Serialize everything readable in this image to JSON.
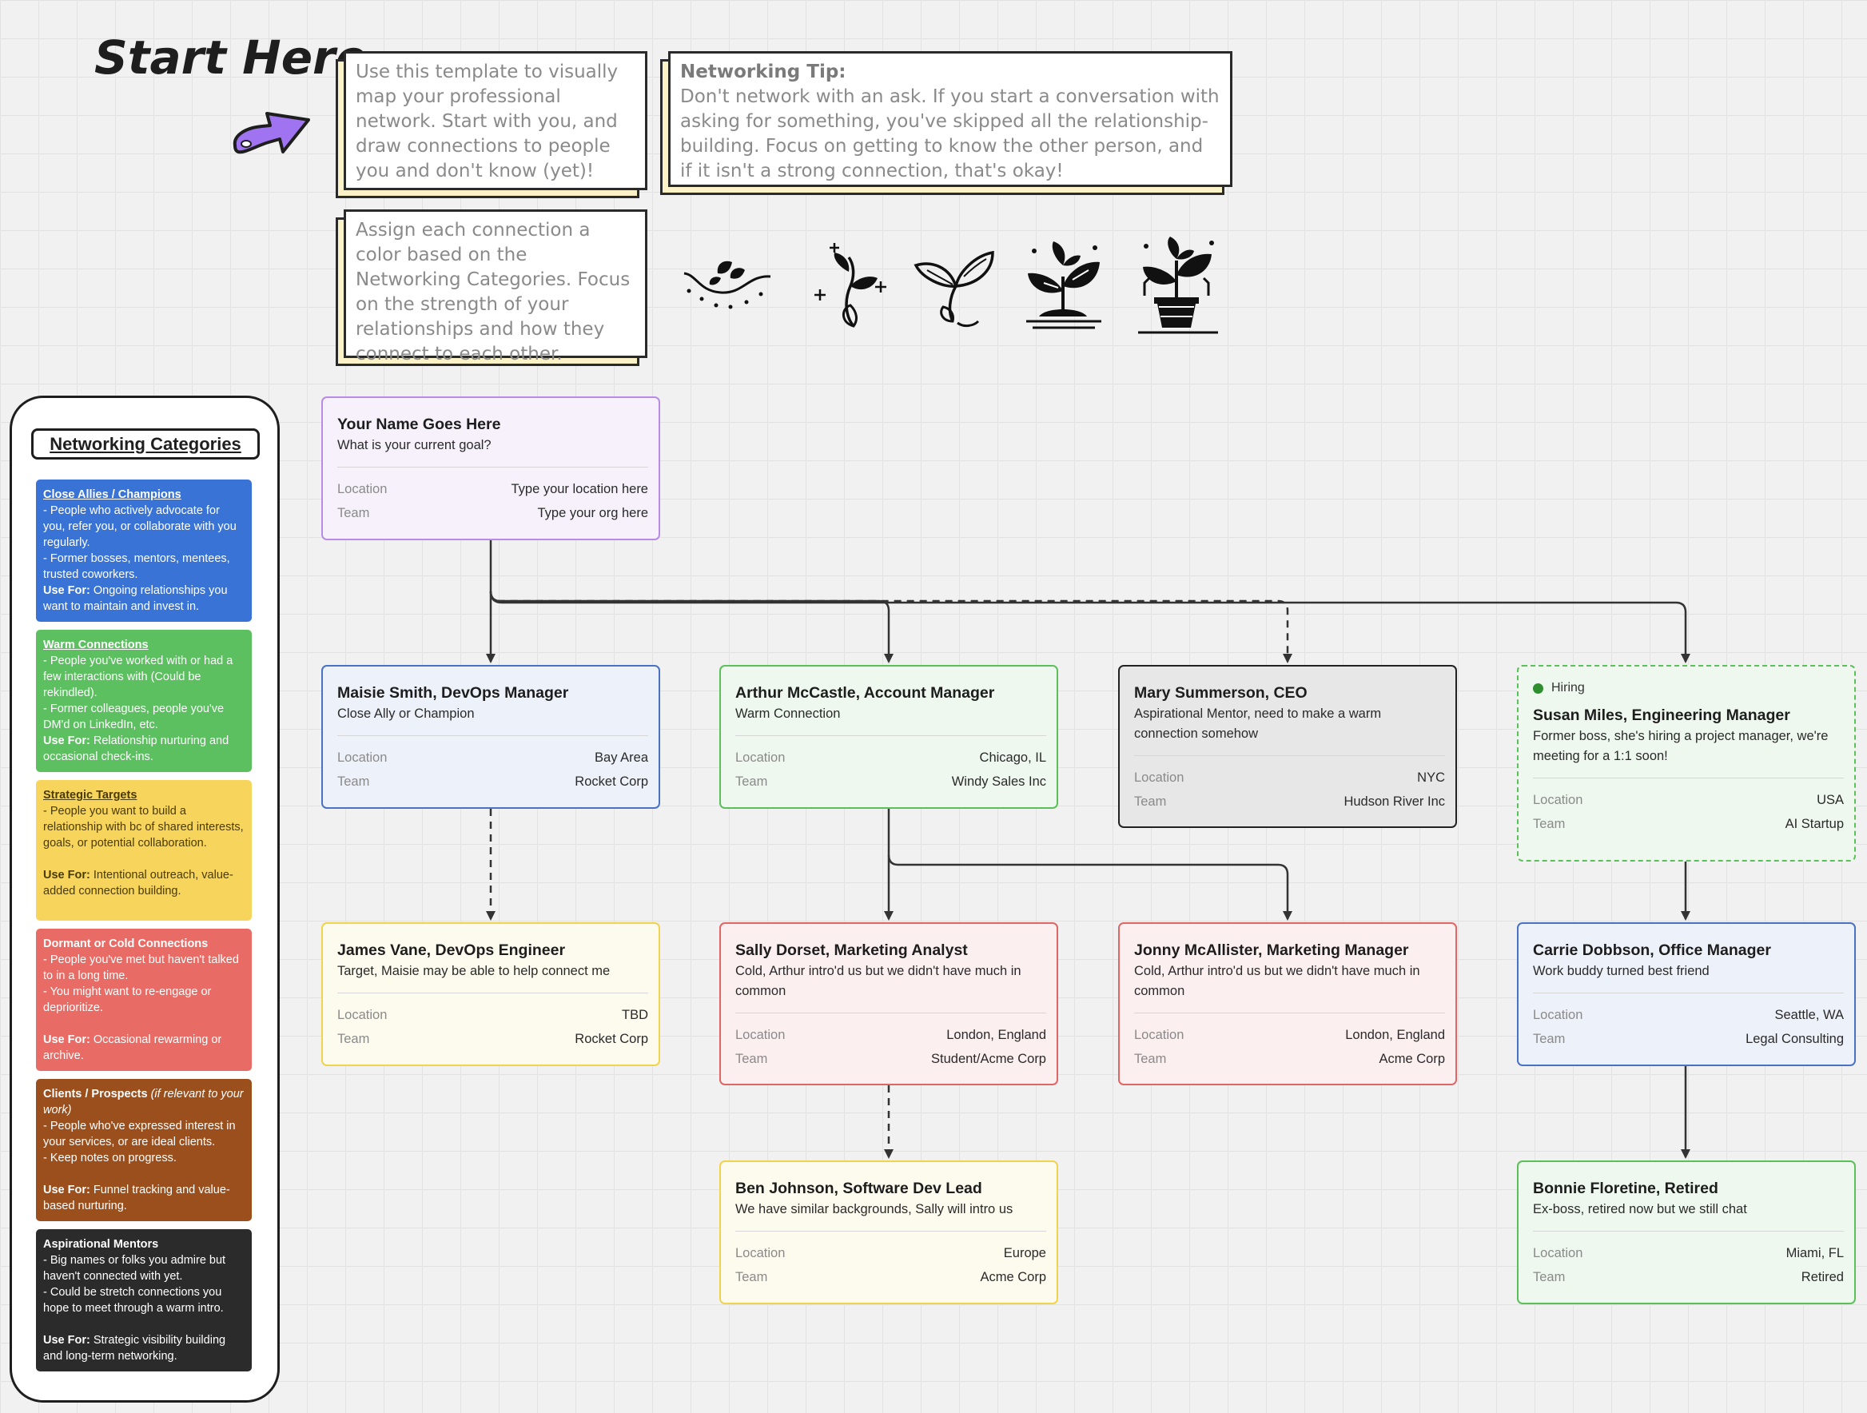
{
  "start": {
    "title": "Start Here"
  },
  "notes": {
    "intro": "Use this template to visually map your professional network. Start with you, and draw connections to people you and don't know (yet)!",
    "tip_title": "Networking Tip:",
    "tip_body": "Don't network with an ask. If you start a conversation with asking for something, you've skipped all the relationship-building. Focus on getting to know the other person, and if it isn't a strong connection, that's okay!",
    "assign": "Assign each connection a color based on the Networking Categories. Focus on the strength of your relationships and how they connect to each other."
  },
  "growth_icons": [
    "seed-soil-icon",
    "sprout-icon",
    "seedling-icon",
    "plant-icon",
    "potted-plant-icon"
  ],
  "sidebar": {
    "title": "Networking Categories",
    "categories": [
      {
        "title": "Close Allies / Champions",
        "lines": [
          "- People who actively advocate for you, refer you, or collaborate with you regularly.",
          "- Former bosses, mentors, mentees, trusted coworkers."
        ],
        "use_label": "Use For:",
        "use_text": " Ongoing relationships you want to maintain and invest in.",
        "color": "#3a73d6"
      },
      {
        "title": "Warm Connections",
        "lines": [
          "- People you've worked with or had a few interactions with (Could be rekindled).",
          "- Former colleagues, people you've DM'd on LinkedIn, etc."
        ],
        "use_label": "Use For:",
        "use_text": " Relationship nurturing and occasional check-ins.",
        "color": "#5cbf60"
      },
      {
        "title": "Strategic Targets",
        "lines": [
          "- People you want to build a relationship with bc of shared interests, goals, or potential collaboration."
        ],
        "use_label": "Use For:",
        "use_text": " Intentional outreach, value-added connection building.",
        "color": "#f7d45c"
      },
      {
        "title": "Dormant or Cold Connections",
        "lines": [
          "- People you've met but haven't talked to in a long time.",
          "- You might want to re-engage or deprioritize."
        ],
        "use_label": "Use For:",
        "use_text": " Occasional rewarming or archive.",
        "color": "#e86c65"
      },
      {
        "title": "Clients / Prospects",
        "title_note": "(if relevant to your work)",
        "lines": [
          "- People who've expressed interest in your services, or are ideal clients.",
          "- Keep notes on progress."
        ],
        "use_label": "Use For:",
        "use_text": " Funnel tracking and value-based nurturing.",
        "color": "#9a4f1c"
      },
      {
        "title": "Aspirational Mentors",
        "lines": [
          "- Big names or folks you admire but haven't connected with yet.",
          "- Could be stretch connections you hope to meet through a warm intro."
        ],
        "use_label": "Use For:",
        "use_text": " Strategic visibility building and long-term networking.",
        "color": "#2b2b2b"
      }
    ]
  },
  "labels": {
    "location": "Location",
    "team": "Team"
  },
  "cards": {
    "you": {
      "name": "Your Name Goes Here",
      "desc": "What is your current goal?",
      "location": "Type your location here",
      "team": "Type your org here"
    },
    "maisie": {
      "name": "Maisie Smith, DevOps Manager",
      "desc": "Close Ally or Champion",
      "location": "Bay Area",
      "team": "Rocket Corp"
    },
    "arthur": {
      "name": "Arthur McCastle, Account Manager",
      "desc": "Warm Connection",
      "location": "Chicago, IL",
      "team": "Windy Sales Inc"
    },
    "mary": {
      "name": "Mary Summerson, CEO",
      "desc": "Aspirational Mentor, need to make a warm connection somehow",
      "location": "NYC",
      "team": "Hudson River Inc"
    },
    "susan": {
      "badge": "Hiring",
      "name": "Susan Miles, Engineering Manager",
      "desc": "Former boss, she's hiring a project manager, we're meeting for a 1:1 soon!",
      "location": "USA",
      "team": "AI Startup"
    },
    "james": {
      "name": "James Vane, DevOps Engineer",
      "desc": "Target, Maisie may be able to help connect me",
      "location": "TBD",
      "team": "Rocket Corp"
    },
    "sally": {
      "name": "Sally Dorset, Marketing Analyst",
      "desc": "Cold, Arthur intro'd us but we didn't have much in common",
      "location": "London, England",
      "team": "Student/Acme Corp"
    },
    "jonny": {
      "name": "Jonny McAllister, Marketing Manager",
      "desc": "Cold, Arthur intro'd us but we didn't have much in common",
      "location": "London, England",
      "team": "Acme Corp"
    },
    "carrie": {
      "name": "Carrie Dobbson, Office Manager",
      "desc": "Work buddy turned best friend",
      "location": "Seattle, WA",
      "team": "Legal Consulting"
    },
    "ben": {
      "name": "Ben Johnson, Software Dev Lead",
      "desc": "We have similar backgrounds, Sally will intro us",
      "location": "Europe",
      "team": "Acme Corp"
    },
    "bonnie": {
      "name": "Bonnie Floretine, Retired",
      "desc": "Ex-boss, retired now but we still chat",
      "location": "Miami, FL",
      "team": "Retired"
    }
  }
}
